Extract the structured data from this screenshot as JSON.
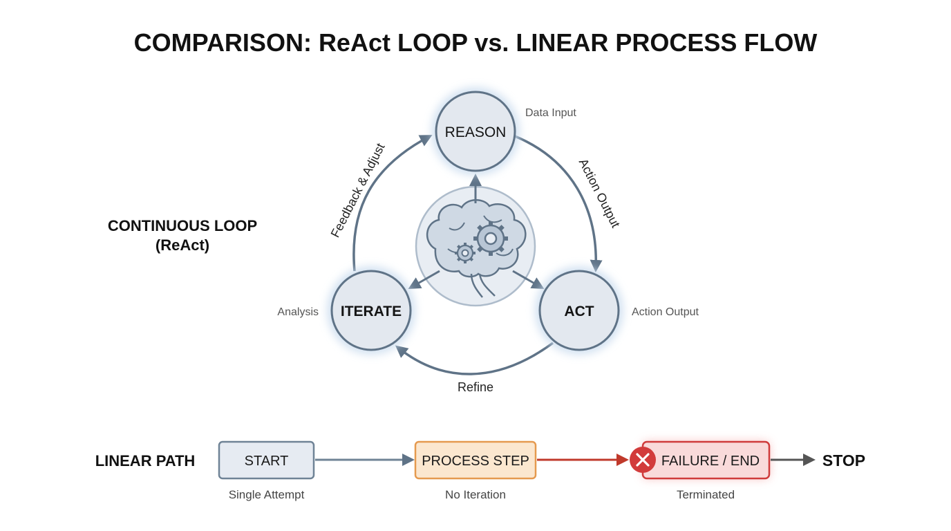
{
  "title": "COMPARISON: ReAct LOOP vs. LINEAR PROCESS FLOW",
  "loop": {
    "section_label_line1": "CONTINUOUS LOOP",
    "section_label_line2": "(ReAct)",
    "nodes": {
      "reason": "REASON",
      "act": "ACT",
      "iterate": "ITERATE"
    },
    "side_notes": {
      "reason": "Data Input",
      "act": "Action Output",
      "iterate": "Analysis"
    },
    "arc_labels": {
      "reason_to_act": "Action Output",
      "act_to_iterate": "Refine",
      "iterate_to_reason": "Feedback & Adjust"
    },
    "center_icon": "brain-gears-icon"
  },
  "linear": {
    "section_label": "LINEAR PATH",
    "steps": [
      {
        "label": "START",
        "caption": "Single Attempt"
      },
      {
        "label": "PROCESS STEP",
        "caption": "No Iteration"
      },
      {
        "label": "FAILURE / END",
        "caption": "Terminated"
      }
    ],
    "stop_label": "STOP",
    "failure_icon": "x-circle-icon"
  },
  "colors": {
    "loop_node_fill": "#e3e8ef",
    "loop_stroke": "#5f7387",
    "start_fill": "#e6ebf2",
    "process_fill": "#fbe7cf",
    "process_stroke": "#e59a4f",
    "failure_fill": "#f9dada",
    "failure_stroke": "#cf3b3b",
    "failure_arrow": "#c0392b"
  }
}
